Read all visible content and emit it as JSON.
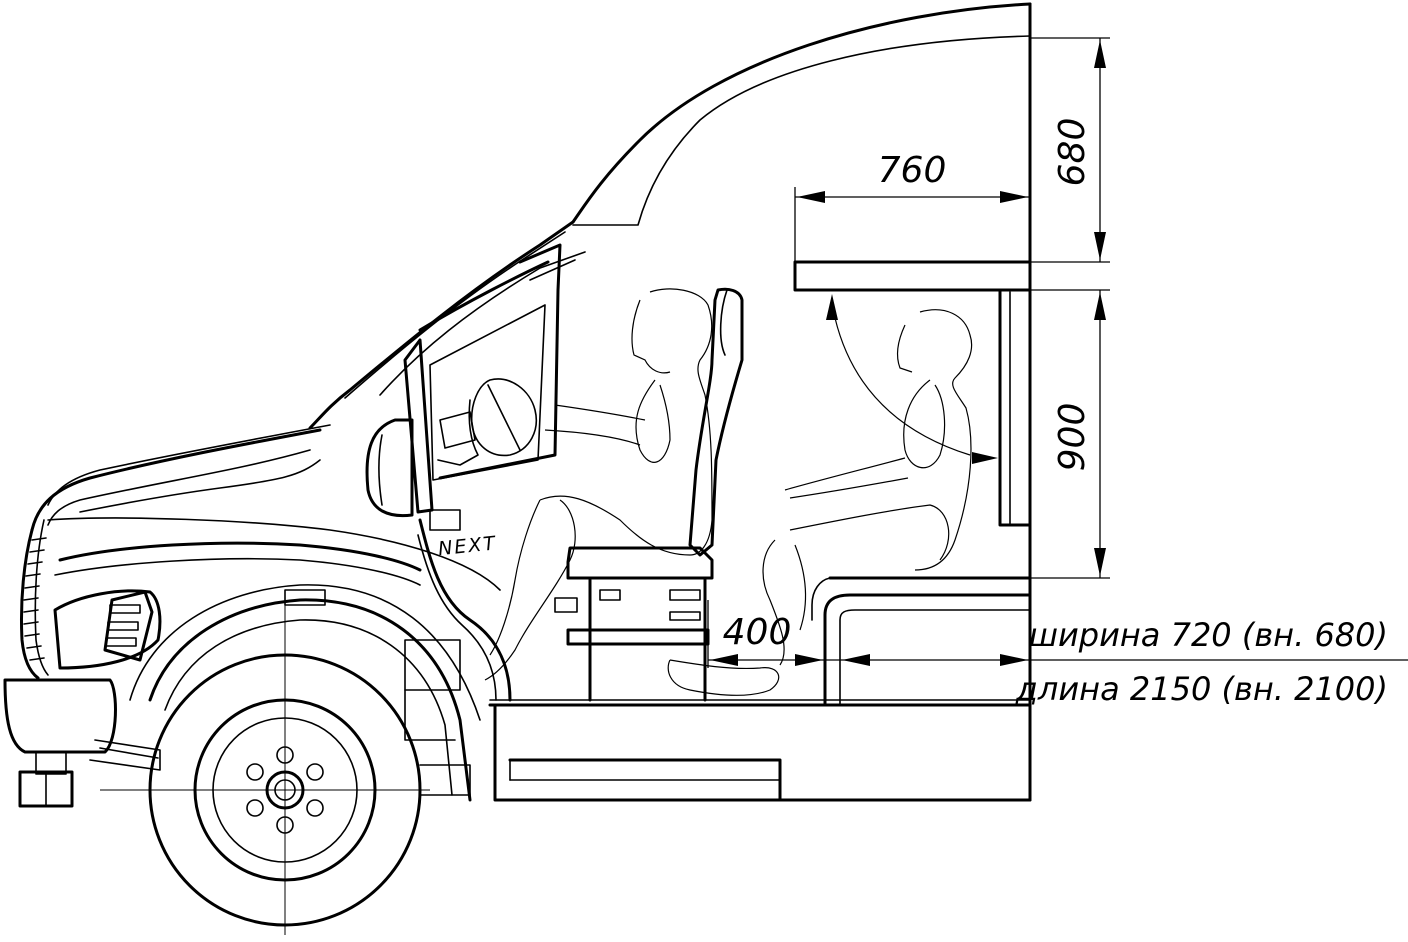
{
  "drawing": {
    "badge_text": "NEXT",
    "dimensions": {
      "roof_height": "680",
      "shelf_depth": "760",
      "berth_clearance": "900",
      "seat_to_berth": "400"
    },
    "spec": {
      "width_line": "ширина 720 (вн. 680)",
      "length_line": "длина 2150 (вн. 2100)"
    }
  }
}
